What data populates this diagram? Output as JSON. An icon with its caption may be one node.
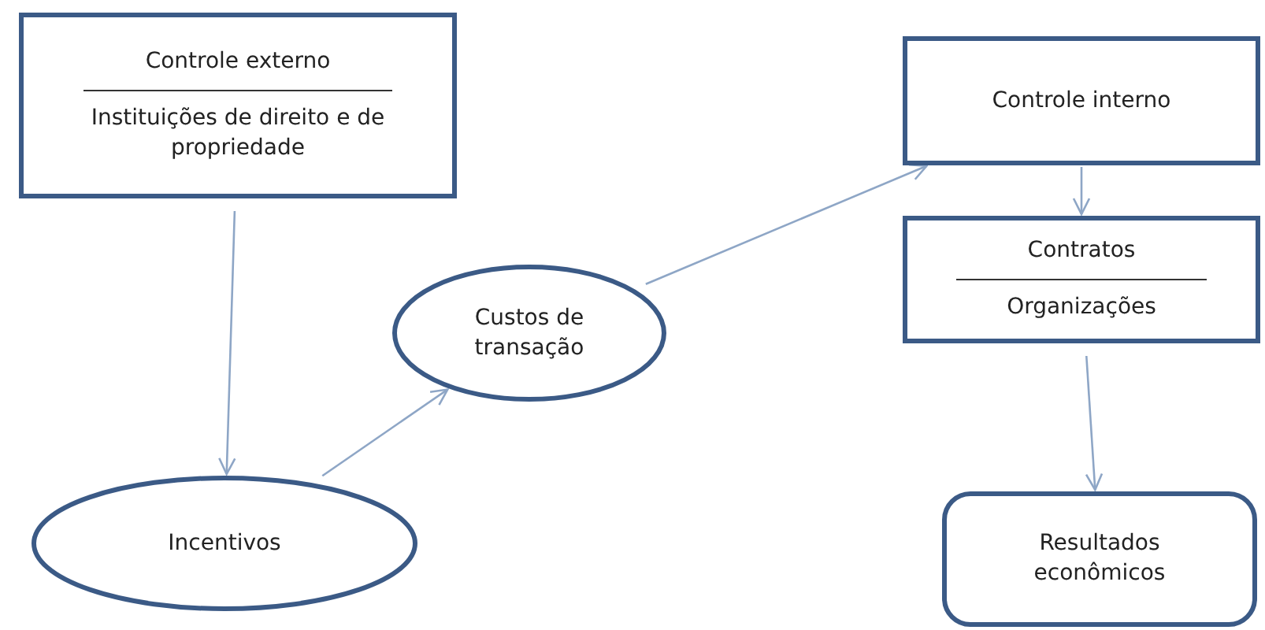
{
  "diagram": {
    "nodes": [
      {
        "text": [
          "Controle externo",
          "Instituições de direito  e de propriedade"
        ]
      },
      {
        "text": [
          "Incentivos"
        ]
      },
      {
        "text": [
          "Custos de transação"
        ]
      },
      {
        "text": [
          "Controle interno"
        ]
      },
      {
        "text": [
          "Contratos",
          "Organizações"
        ]
      },
      {
        "text": [
          "Resultados econômicos"
        ]
      }
    ],
    "edges": [
      {
        "from": 0,
        "to": 1,
        "arrow": "to"
      },
      {
        "from": 1,
        "to": 2,
        "arrow": "to"
      },
      {
        "from": 2,
        "to": 3,
        "arrow": "to"
      },
      {
        "from": 3,
        "to": 4,
        "arrow": "to"
      },
      {
        "from": 4,
        "to": 5,
        "arrow": "to"
      }
    ]
  }
}
